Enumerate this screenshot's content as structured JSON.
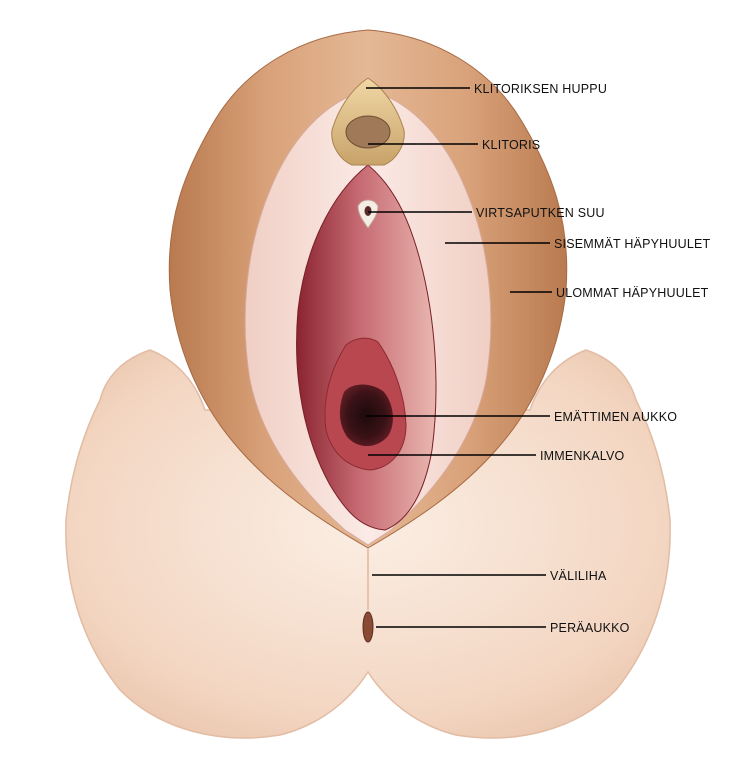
{
  "diagram": {
    "labels": [
      "KLITORIKSEN HUPPU",
      "KLITORIS",
      "VIRTSAPUTKEN SUU",
      "SISEMMÄT HÄPYHUULET",
      "ULOMMAT HÄPYHUULET",
      "EMÄTTIMEN AUKKO",
      "IMMENKALVO",
      "VÄLILIHA",
      "PERÄAUKKO"
    ]
  }
}
